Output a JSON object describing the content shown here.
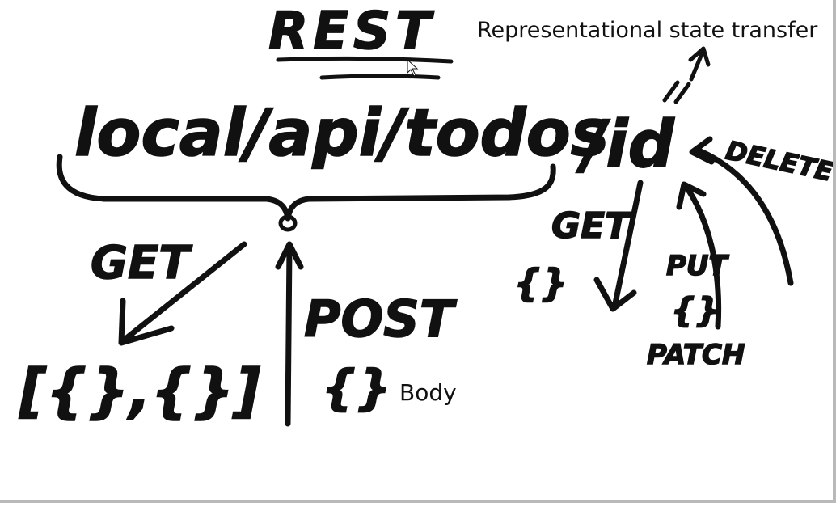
{
  "diagram": {
    "title": "REST",
    "expansion": "Representational state transfer",
    "base_url": "local/api/todos",
    "id_segment": "/id",
    "collection": {
      "get_label": "GET",
      "get_result": "[{},{}]",
      "post_label": "POST",
      "post_payload": "{}",
      "body_label": "Body"
    },
    "item": {
      "get_label": "GET",
      "get_result": "{}",
      "put_label": "PUT",
      "put_payload": "{}",
      "patch_label": "PATCH",
      "delete_label": "DELETE"
    },
    "colors": {
      "ink": "#111111",
      "background": "#ffffff",
      "frame": "#b9b9b9"
    }
  }
}
